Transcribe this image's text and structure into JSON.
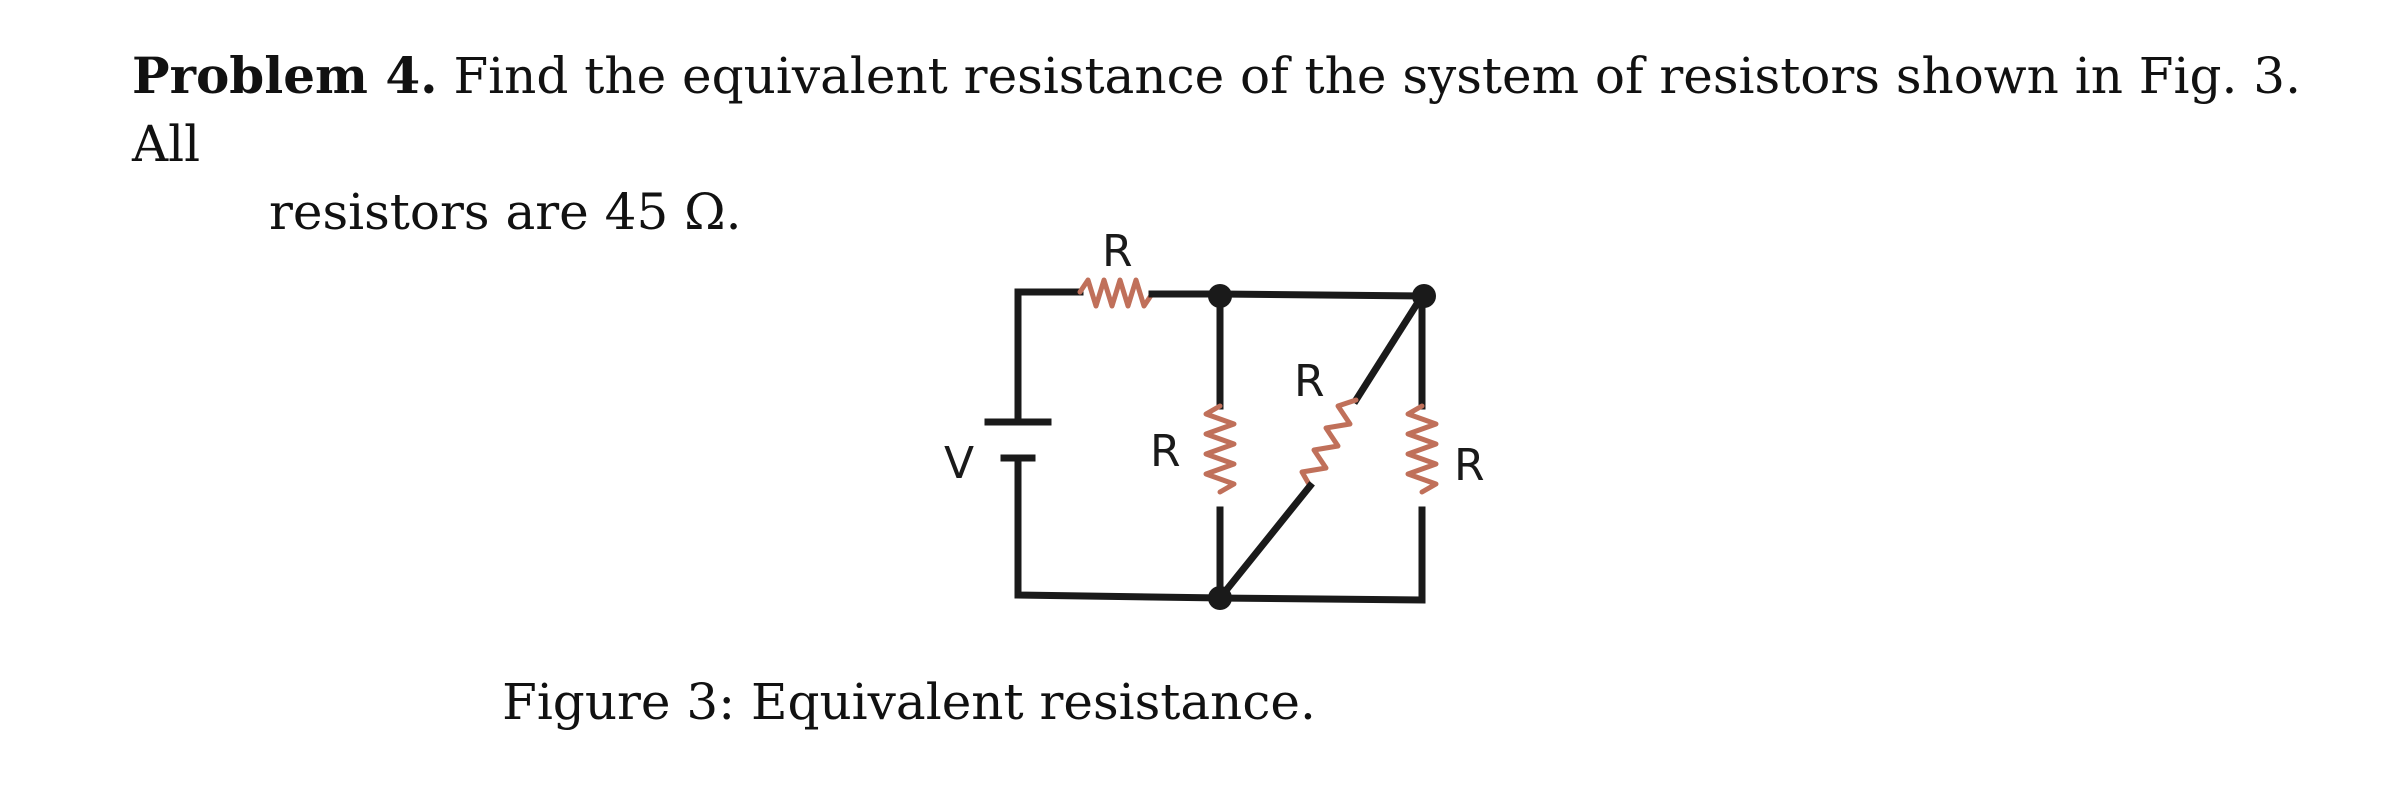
{
  "problem": {
    "label": "Problem 4.",
    "text_line1": "Find the equivalent resistance of the system of resistors shown in Fig. 3. All",
    "text_line2": "resistors are 45 Ω."
  },
  "figure": {
    "resistor_labels": [
      "R",
      "R",
      "R",
      "R"
    ],
    "voltage_label": "V",
    "caption": "Figure 3: Equivalent resistance."
  },
  "colors": {
    "resistor": "#c0705a",
    "wire": "#1a1a1a"
  }
}
